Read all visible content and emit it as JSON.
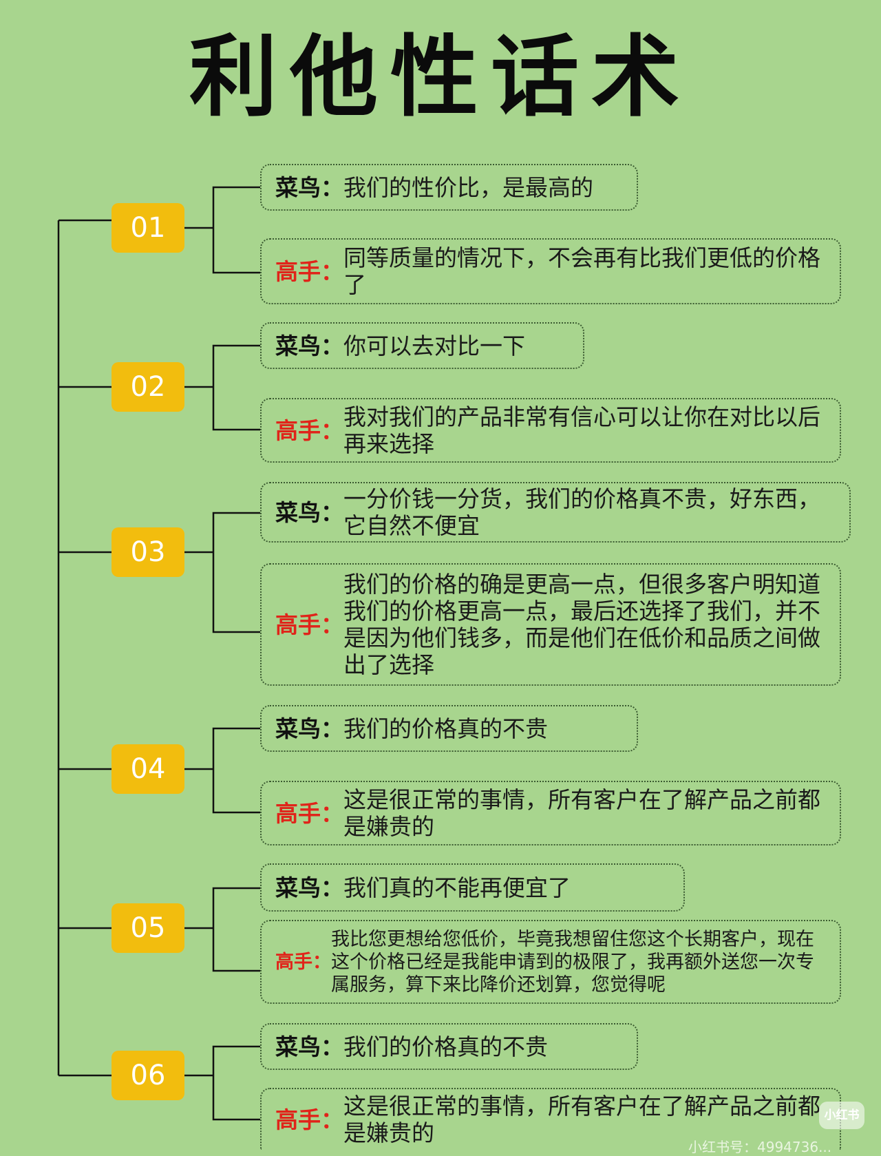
{
  "title": "利他性话术",
  "labels": {
    "novice": "菜鸟：",
    "expert": "高手："
  },
  "items": [
    {
      "num": "01",
      "novice": "我们的性价比，是最高的",
      "expert": "同等质量的情况下，不会再有比我们更低的价格了"
    },
    {
      "num": "02",
      "novice": "你可以去对比一下",
      "expert": "我对我们的产品非常有信心可以让你在对比以后再来选择"
    },
    {
      "num": "03",
      "novice": "一分价钱一分货，我们的价格真不贵，好东西，它自然不便宜",
      "expert": "我们的价格的确是更高一点，但很多客户明知道我们的价格更高一点，最后还选择了我们，并不是因为他们钱多，而是他们在低价和品质之间做出了选择"
    },
    {
      "num": "04",
      "novice": "我们的价格真的不贵",
      "expert": "这是很正常的事情，所有客户在了解产品之前都是嫌贵的"
    },
    {
      "num": "05",
      "novice": "我们真的不能再便宜了",
      "expert": "我比您更想给您低价，毕竟我想留住您这个长期客户，现在这个价格已经是我能申请到的极限了，我再额外送您一次专属服务，算下来比降价还划算，您觉得呢"
    },
    {
      "num": "06",
      "novice": "我们的价格真的不贵",
      "expert": "这是很正常的事情，所有客户在了解产品之前都是嫌贵的"
    }
  ],
  "watermark": "小红书",
  "footer": "小红书号：4994736..."
}
